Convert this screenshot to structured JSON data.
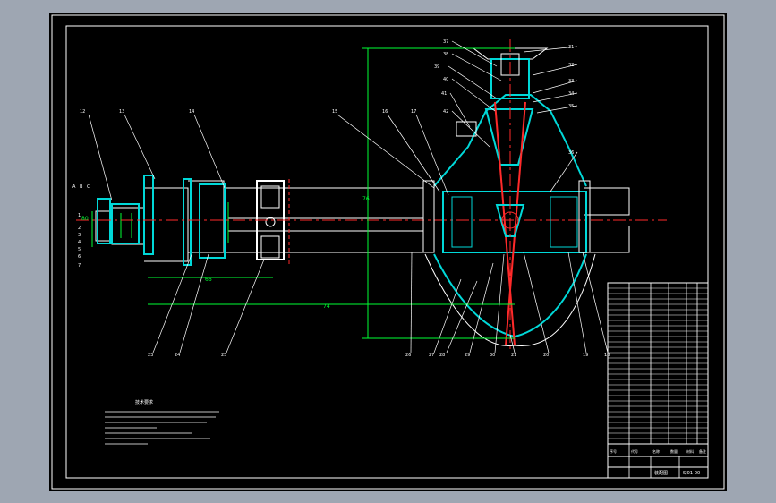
{
  "colors": {
    "background": "#9ea6b2",
    "canvas": "#000000",
    "outline": "#ffffff",
    "section_hatch": "#00d8d8",
    "dimension": "#00ff33",
    "centerline": "#ff2a2a"
  },
  "drawing": {
    "balloons_top": [
      "31",
      "32",
      "33",
      "34",
      "35",
      "36",
      "37",
      "38",
      "39",
      "40",
      "41",
      "42"
    ],
    "balloons_left": [
      "A",
      "B",
      "C",
      "1",
      "2",
      "3",
      "4",
      "5",
      "6",
      "7"
    ],
    "balloons_bottom": [
      "23",
      "24",
      "25",
      "26",
      "27",
      "28",
      "29",
      "30",
      "21",
      "20",
      "19",
      "18"
    ],
    "balloons_upper_left": [
      "12",
      "13",
      "14",
      "15",
      "16",
      "17"
    ],
    "dim_labels": [
      "66",
      "74",
      "76",
      "80"
    ],
    "notes_heading": "技术要求"
  },
  "title_block": {
    "cells": [
      "序号",
      "代号",
      "名称",
      "数量",
      "材料",
      "备注"
    ],
    "drawing_name": "装配图",
    "drawing_no": "SJ01-00"
  }
}
